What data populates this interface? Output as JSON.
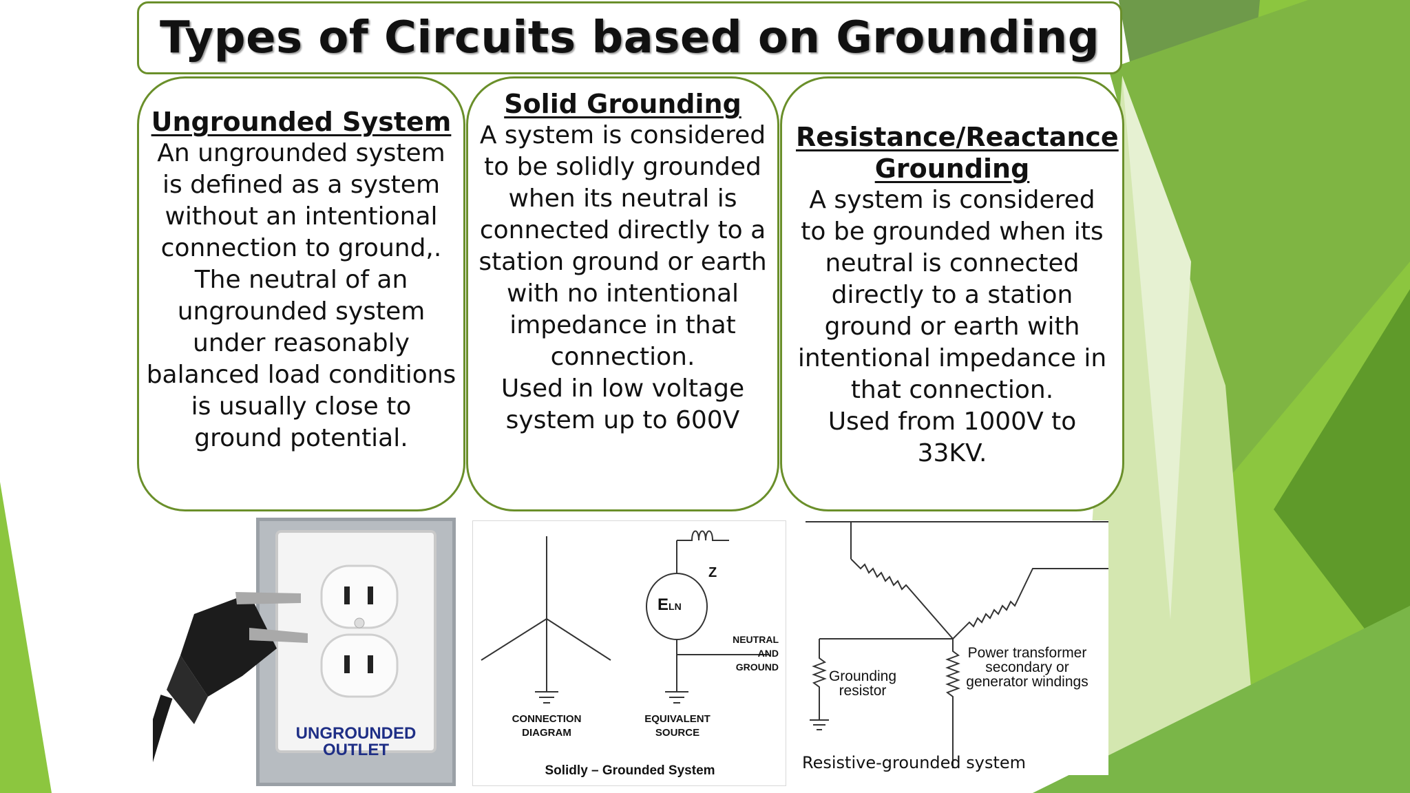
{
  "title": "Types of Circuits based on Grounding",
  "cards": [
    {
      "heading": "Ungrounded System",
      "body": "An ungrounded system is defined as a system without an intentional connection to ground,. The neutral of an ungrounded system under reasonably balanced load conditions is usually close to ground potential."
    },
    {
      "heading": "Solid Grounding",
      "body": "A system is considered to be solidly grounded when its neutral is connected directly to a station ground or earth with no intentional impedance in that connection.",
      "body2": "Used in low voltage system up to 600V"
    },
    {
      "heading": "Resistance/Reactance Grounding",
      "body": "A system is considered to be grounded when its neutral is connected directly to a station ground or earth with intentional impedance in that connection.",
      "body2": "Used from 1000V to 33KV."
    }
  ],
  "images": {
    "outlet": {
      "label_line1": "UNGROUNDED",
      "label_line2": "OUTLET"
    },
    "solid": {
      "connection_diagram_line1": "CONNECTION",
      "connection_diagram_line2": "DIAGRAM",
      "equivalent_source_line1": "EQUIVALENT",
      "equivalent_source_line2": "SOURCE",
      "neutral_line1": "NEUTRAL",
      "neutral_line2": "AND",
      "neutral_line3": "GROUND",
      "z": "Z",
      "e": "E",
      "ln": "LN",
      "caption": "Solidly – Grounded System"
    },
    "resistive": {
      "grounding_resistor_line1": "Grounding",
      "grounding_resistor_line2": "resistor",
      "transformer_line1": "Power transformer",
      "transformer_line2": "secondary or",
      "transformer_line3": "generator windings"
    },
    "resistive_caption": "Resistive-grounded system"
  }
}
